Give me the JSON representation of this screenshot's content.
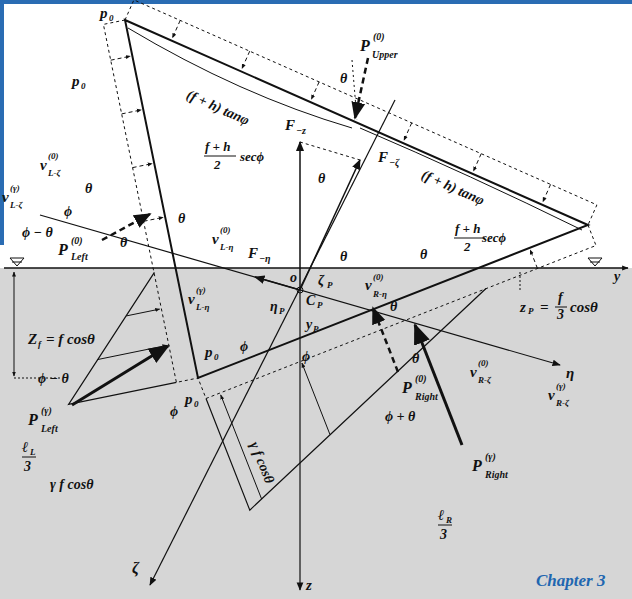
{
  "diagram": {
    "labels": [
      "p",
      "0",
      "P",
      "(0)",
      "Upper",
      "θ",
      "(f + h) tanφ",
      "(f + h) tanφ",
      "p",
      "0",
      "f + h",
      "2",
      "secϕ",
      "v",
      "(0)",
      "L-ζ",
      "θ",
      "ϕ",
      "ϕ − θ",
      "v",
      "(γ)",
      "L-ζ",
      "θ",
      "θ",
      "P",
      "(0)",
      "Left",
      "v",
      "(0)",
      "L-η",
      "F",
      "−z",
      "F",
      "−ζ",
      "F",
      "−η",
      "θ",
      "θ",
      "o",
      "y",
      "ζ",
      "P",
      "η",
      "P",
      "C",
      "P",
      "y",
      "P",
      "v",
      "(0)",
      "R-η",
      "θ",
      "z",
      "P",
      "=",
      "f",
      "3",
      "cosθ",
      "θ",
      "η",
      "v",
      "(0)",
      "R-ζ",
      "ϕ + θ",
      "θ",
      "P",
      "(0)",
      "Right",
      "v",
      "(γ)",
      "R-ζ",
      "v",
      "(γ)",
      "L-η",
      "Z",
      "f",
      "= f cosθ",
      "ϕ − θ",
      "P",
      "(γ)",
      "Left",
      "ϕ",
      "ℓ",
      "L",
      "3",
      "γ f cosθ",
      "p",
      "0",
      "p",
      "0",
      "ϕ",
      "ϕ",
      "γ f cosθ",
      "ℓ",
      "R",
      "3",
      "P",
      "(γ)",
      "Right",
      "ζ",
      "z",
      "Chapter 3",
      "f + h",
      "2",
      "secϕ"
    ]
  }
}
